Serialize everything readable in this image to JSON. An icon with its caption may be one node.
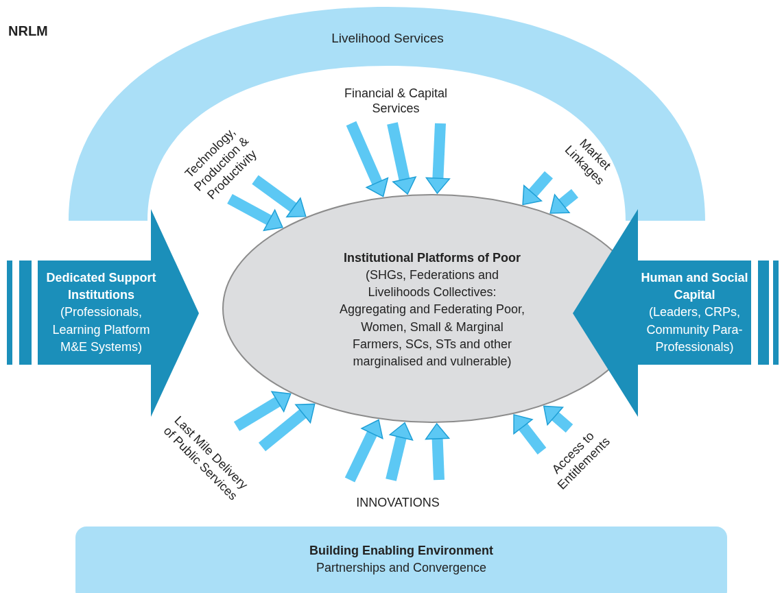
{
  "diagram": {
    "title": "NRLM",
    "nodes": [
      {
        "text": [
          "Livelihood Services"
        ]
      },
      {
        "text": [
          "Financial & Capital Services"
        ]
      },
      {
        "text": [
          "Technology, Production & Productivity"
        ]
      },
      {
        "text": [
          "Market Linkages"
        ]
      },
      {
        "text": [
          "Dedicated Support Institutions",
          "(Professionals, Learning Platform M&E Systems)"
        ]
      },
      {
        "text": [
          "Institutional Platforms of Poor",
          "(SHGs, Federations and Livelihoods Collectives: Aggregating and Federating Poor, Women, Small & Marginal Farmers, SCs, STs and other marginalised and vulnerable)"
        ]
      },
      {
        "text": [
          "Human and Social Capital",
          "(Leaders, CRPs, Community Para-Professionals)"
        ]
      },
      {
        "text": [
          "Last Mile Delivery of Public Services"
        ]
      },
      {
        "text": [
          "Access to Entitlements"
        ]
      },
      {
        "text": [
          "INNOVATIONS"
        ]
      },
      {
        "text": [
          "Building Enabling Environment",
          "Partnerships and Convergence"
        ]
      }
    ],
    "edges": [
      {
        "from": 1,
        "to": 5,
        "arrow": "to"
      },
      {
        "from": 1,
        "to": 5,
        "arrow": "to"
      },
      {
        "from": 1,
        "to": 5,
        "arrow": "to"
      },
      {
        "from": 2,
        "to": 5,
        "arrow": "to"
      },
      {
        "from": 2,
        "to": 5,
        "arrow": "to"
      },
      {
        "from": 3,
        "to": 5,
        "arrow": "to"
      },
      {
        "from": 3,
        "to": 5,
        "arrow": "to"
      },
      {
        "from": 7,
        "to": 5,
        "arrow": "to"
      },
      {
        "from": 7,
        "to": 5,
        "arrow": "to"
      },
      {
        "from": 9,
        "to": 5,
        "arrow": "to"
      },
      {
        "from": 9,
        "to": 5,
        "arrow": "to"
      },
      {
        "from": 9,
        "to": 5,
        "arrow": "to"
      },
      {
        "from": 8,
        "to": 5,
        "arrow": "to"
      },
      {
        "from": 8,
        "to": 5,
        "arrow": "to"
      }
    ]
  }
}
